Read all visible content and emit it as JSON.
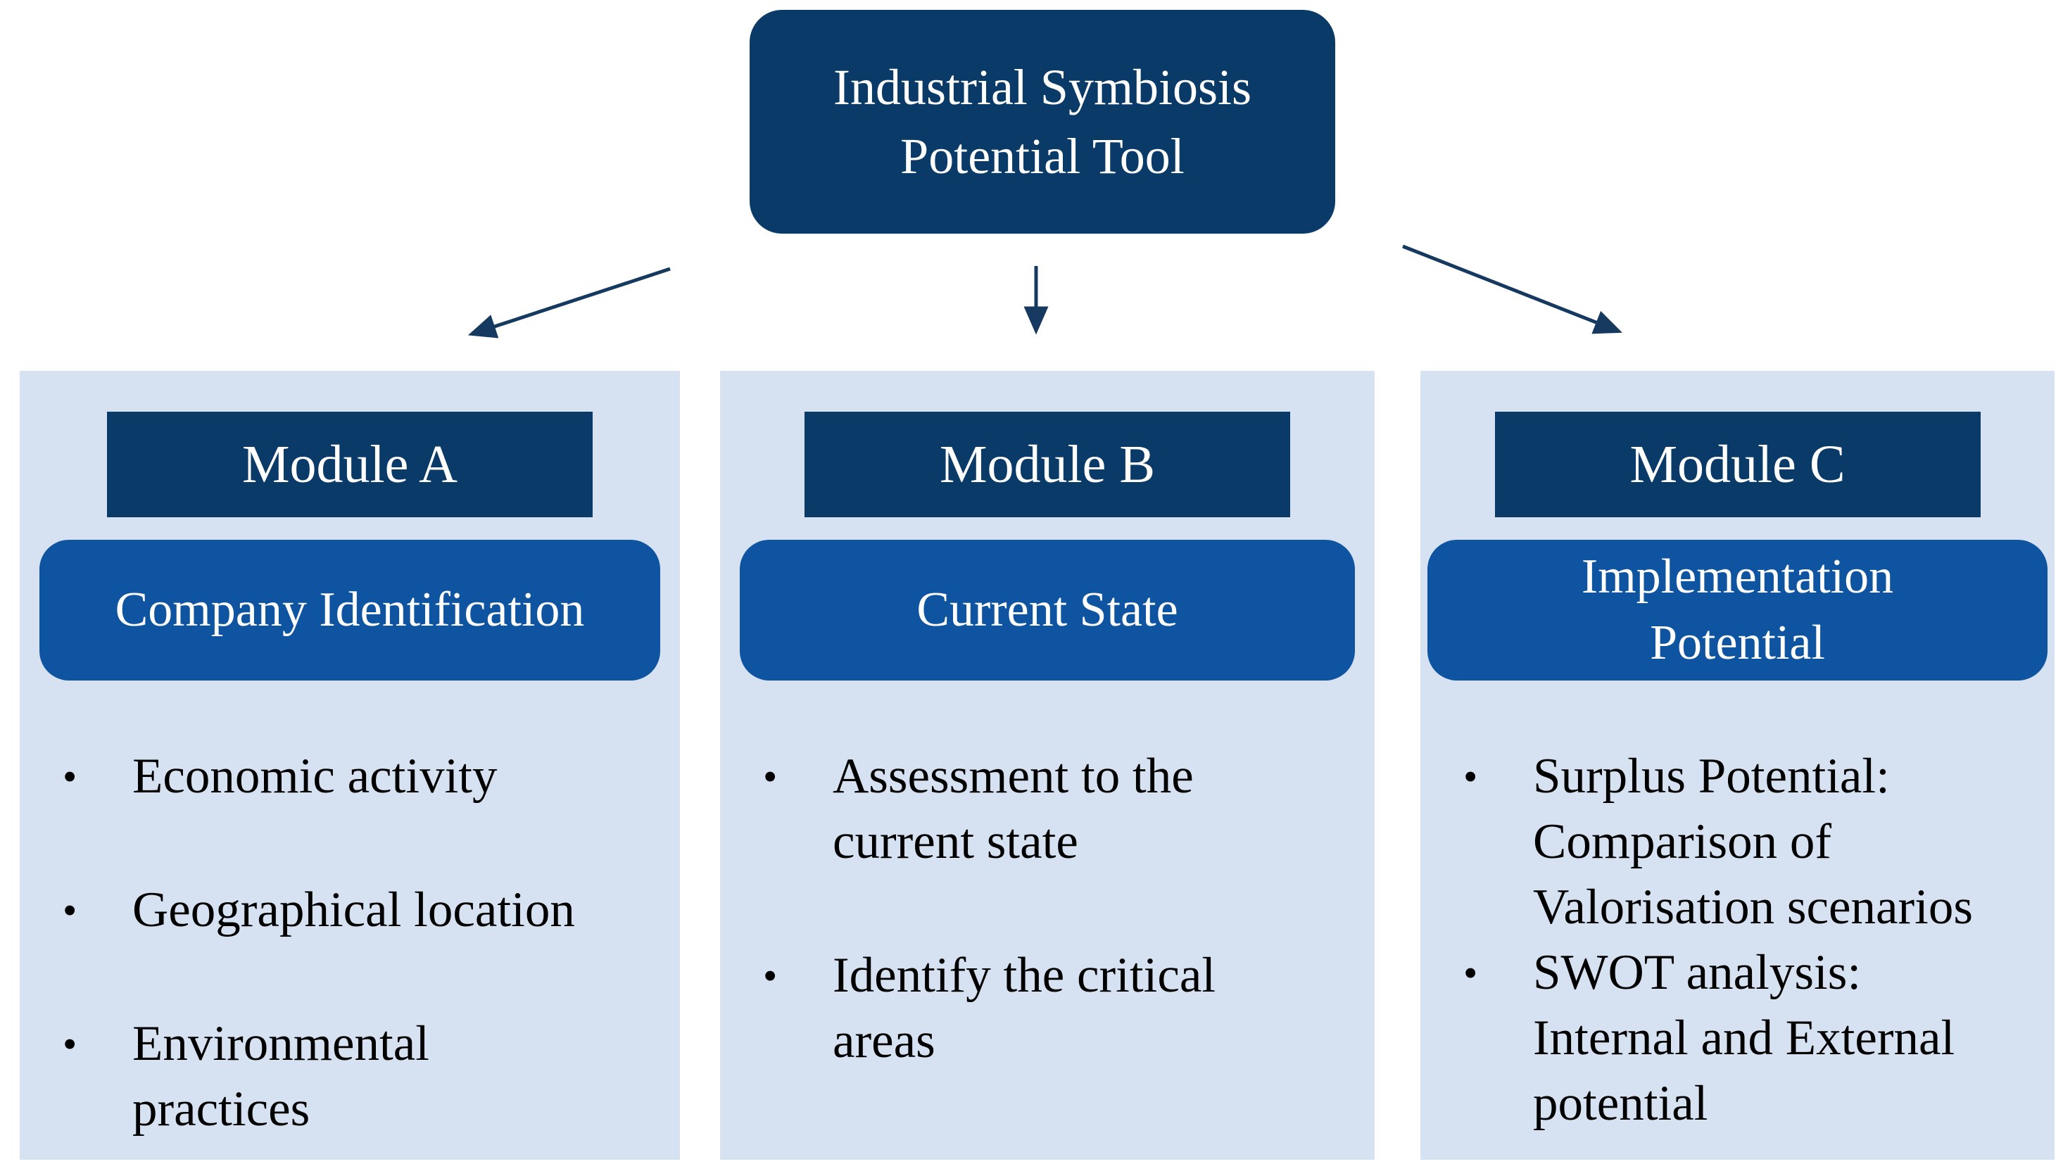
{
  "root": {
    "label": "Industrial Symbiosis\nPotential Tool"
  },
  "glyphs": {
    "bullet": "•"
  },
  "columns": [
    {
      "module": "Module A",
      "subtitle": "Company Identification",
      "bullets": [
        "Economic activity",
        "Geographical location",
        "Environmental\npractices"
      ]
    },
    {
      "module": "Module B",
      "subtitle": "Current State",
      "bullets": [
        "Assessment to the\ncurrent state",
        "Identify the critical\nareas"
      ]
    },
    {
      "module": "Module C",
      "subtitle": "Implementation\nPotential",
      "bullets": [
        "Surplus Potential:\nComparison of\nValorisation scenarios",
        "SWOT analysis:\nInternal and External\npotential"
      ]
    }
  ],
  "colors": {
    "navy": "#0A3A68",
    "blue": "#0F54A0",
    "panel": "#D6E2F2",
    "arrow": "#16395F",
    "text_light": "#FFFFFF",
    "text_dark": "#000000",
    "page_bg": "#FFFFFF"
  }
}
